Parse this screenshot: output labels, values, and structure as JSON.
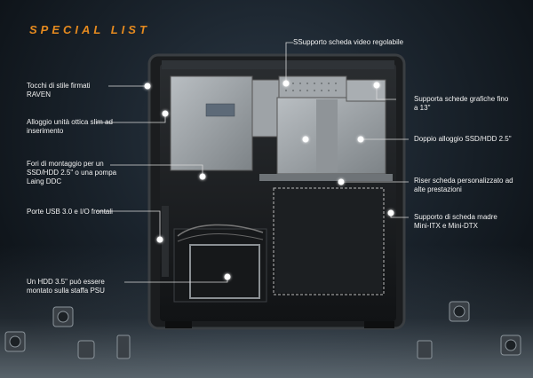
{
  "title": "SPECIAL LIST",
  "labels": {
    "touch": "Tocchi di stile firmati RAVEN",
    "optical": "Alloggio unità ottica slim ad inserimento",
    "mount_holes": "Fori di montaggio per un SSD/HDD 2.5\" o una pompa Laing DDC",
    "usb": "Porte USB 3.0 e I/O frontali",
    "hdd35": "Un HDD 3.5\" può essere montato sulla staffa PSU",
    "video_support": "SSupporto scheda video regolabile",
    "gpu13": "Supporta schede grafiche fino a 13\"",
    "dual_ssd": "Doppio alloggio SSD/HDD 2.5\"",
    "riser": "Riser scheda personalizzato ad alte prestazioni",
    "motherboard": "Supporto di scheda madre Mini-ITX e Mini-DTX"
  },
  "colors": {
    "accent": "#e58a1f",
    "text": "#f2f2f2"
  }
}
